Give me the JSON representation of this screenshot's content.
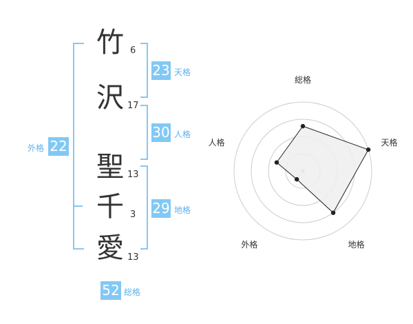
{
  "name": {
    "chars": [
      {
        "char": "竹",
        "strokes": "6"
      },
      {
        "char": "沢",
        "strokes": "17"
      },
      {
        "char": "聖",
        "strokes": "13"
      },
      {
        "char": "千",
        "strokes": "3"
      },
      {
        "char": "愛",
        "strokes": "13"
      }
    ]
  },
  "kakusu": {
    "tenkaku": {
      "value": "23",
      "label": "天格"
    },
    "jinkaku": {
      "value": "30",
      "label": "人格"
    },
    "chikaku": {
      "value": "29",
      "label": "地格"
    },
    "gaikaku": {
      "value": "22",
      "label": "外格"
    },
    "soukaku": {
      "value": "52",
      "label": "総格"
    }
  },
  "radar": {
    "axes": [
      "総格",
      "天格",
      "地格",
      "外格",
      "人格"
    ],
    "values": [
      0.65,
      1.0,
      0.75,
      0.15,
      0.4
    ],
    "rings": 4,
    "fill": "#eeeeee",
    "stroke": "#222222",
    "grid_color": "#cccccc"
  },
  "colors": {
    "accent": "#82c8f5",
    "bracket": "#87c7f2",
    "label": "#5bb3ee"
  }
}
